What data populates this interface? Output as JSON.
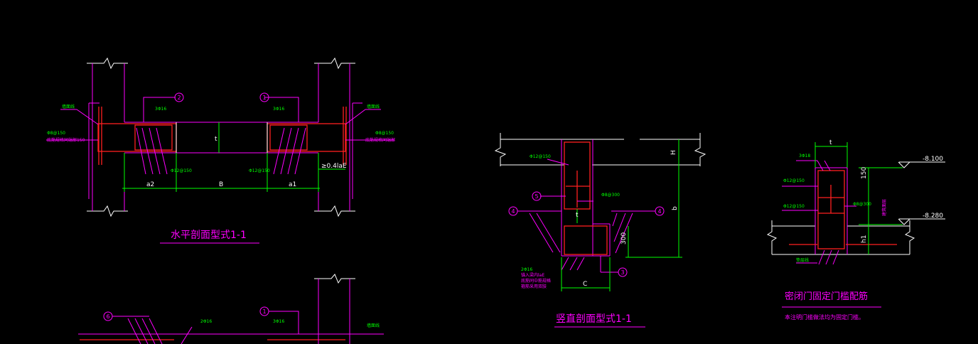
{
  "colors": {
    "background": "#000000",
    "outline": "#ff00ff",
    "rebar": "#ff2020",
    "dimension": "#00ff00",
    "text": "#ffffff"
  },
  "drawings": {
    "horizontal": {
      "title": "水平剖面型式1-1",
      "callouts": [
        "2",
        "1"
      ],
      "rebar_top_left": "3Φ16",
      "rebar_top_right": "3Φ16",
      "left_side_label": "墙面线",
      "right_side_label": "墙面线",
      "left_bars": "Φ8@150",
      "left_note": "底筋规格同端部150",
      "right_bars": "Φ8@150",
      "right_note": "底筋规格同端部",
      "stirrup_left": "Φ12@150",
      "stirrup_right": "Φ12@150",
      "anchor": "≥0.4laE",
      "dim_a2": "a2",
      "dim_b": "B",
      "dim_a1": "a1",
      "dim_t": "t"
    },
    "vertical": {
      "title": "竖直剖面型式1-1",
      "callouts": [
        "5",
        "4",
        "4",
        "3"
      ],
      "bar_top": "Φ12@150",
      "bar_mid": "Φ8@300",
      "dim_t": "t",
      "dim_h": "H",
      "dim_b": "b",
      "dim_300": "300",
      "dim_c": "C",
      "note": [
        "2Φ16",
        "锚入梁内laE",
        "底筋同中筋规格",
        "箍筋采用双肢"
      ]
    },
    "door": {
      "title": "密闭门固定门槛配筋",
      "subtitle": "本注明门槛做法均为固定门槛。",
      "bar_top": "3Φ18",
      "bar_1": "Φ12@150",
      "bar_2": "Φ12@150",
      "bar_3": "Φ8@300",
      "level_1": "-8.100",
      "level_2": "-8.280",
      "dim_t": "t",
      "dim_150": "150",
      "dim_h1": "h1",
      "side_note": "建筑面层",
      "bottom_note": "垫层线"
    },
    "lower": {
      "callouts": [
        "6",
        "1"
      ],
      "rebar_1": "2Φ16",
      "rebar_2": "3Φ16",
      "side_label": "墙面线"
    }
  }
}
